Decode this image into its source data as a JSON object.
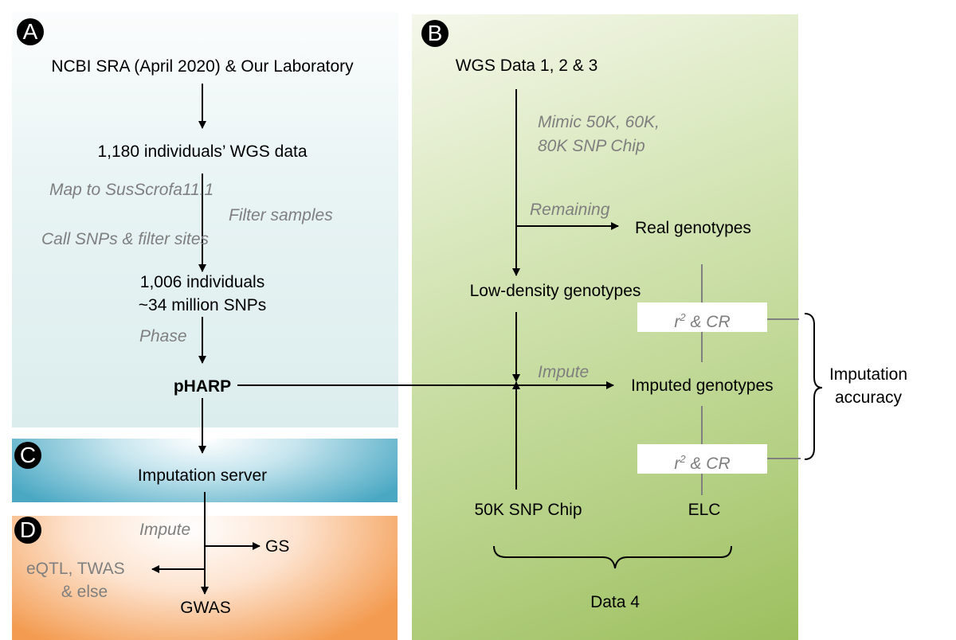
{
  "panels": {
    "a": {
      "badge": "A",
      "source": "NCBI SRA (April 2020) & Our Laboratory",
      "wgs": "1,180 individuals’ WGS data",
      "map": "Map to SusScrofa11.1",
      "filter_samples": "Filter samples",
      "call_snps": "Call SNPs & filter sites",
      "individuals": "1,006 individuals",
      "snps": "~34 million SNPs",
      "phase": "Phase",
      "panel_name": "pHARP"
    },
    "b": {
      "badge": "B",
      "wgs": "WGS Data 1, 2 & 3",
      "mimic_1": "Mimic 50K, 60K,",
      "mimic_2": "80K SNP Chip",
      "remaining": "Remaining",
      "real": "Real genotypes",
      "low_density": "Low-density genotypes",
      "metric_top": "r",
      "metric_sup": "2",
      "metric_rest": " & CR",
      "impute": "Impute",
      "imputed": "Imputed genotypes",
      "chip": "50K SNP Chip",
      "elc": "ELC",
      "data4": "Data 4",
      "accuracy_1": "Imputation",
      "accuracy_2": "accuracy"
    },
    "c": {
      "badge": "C",
      "server": "Imputation server"
    },
    "d": {
      "badge": "D",
      "impute": "Impute",
      "gs": "GS",
      "eqtl": "eQTL, TWAS",
      "else": "& else",
      "gwas": "GWAS"
    }
  }
}
